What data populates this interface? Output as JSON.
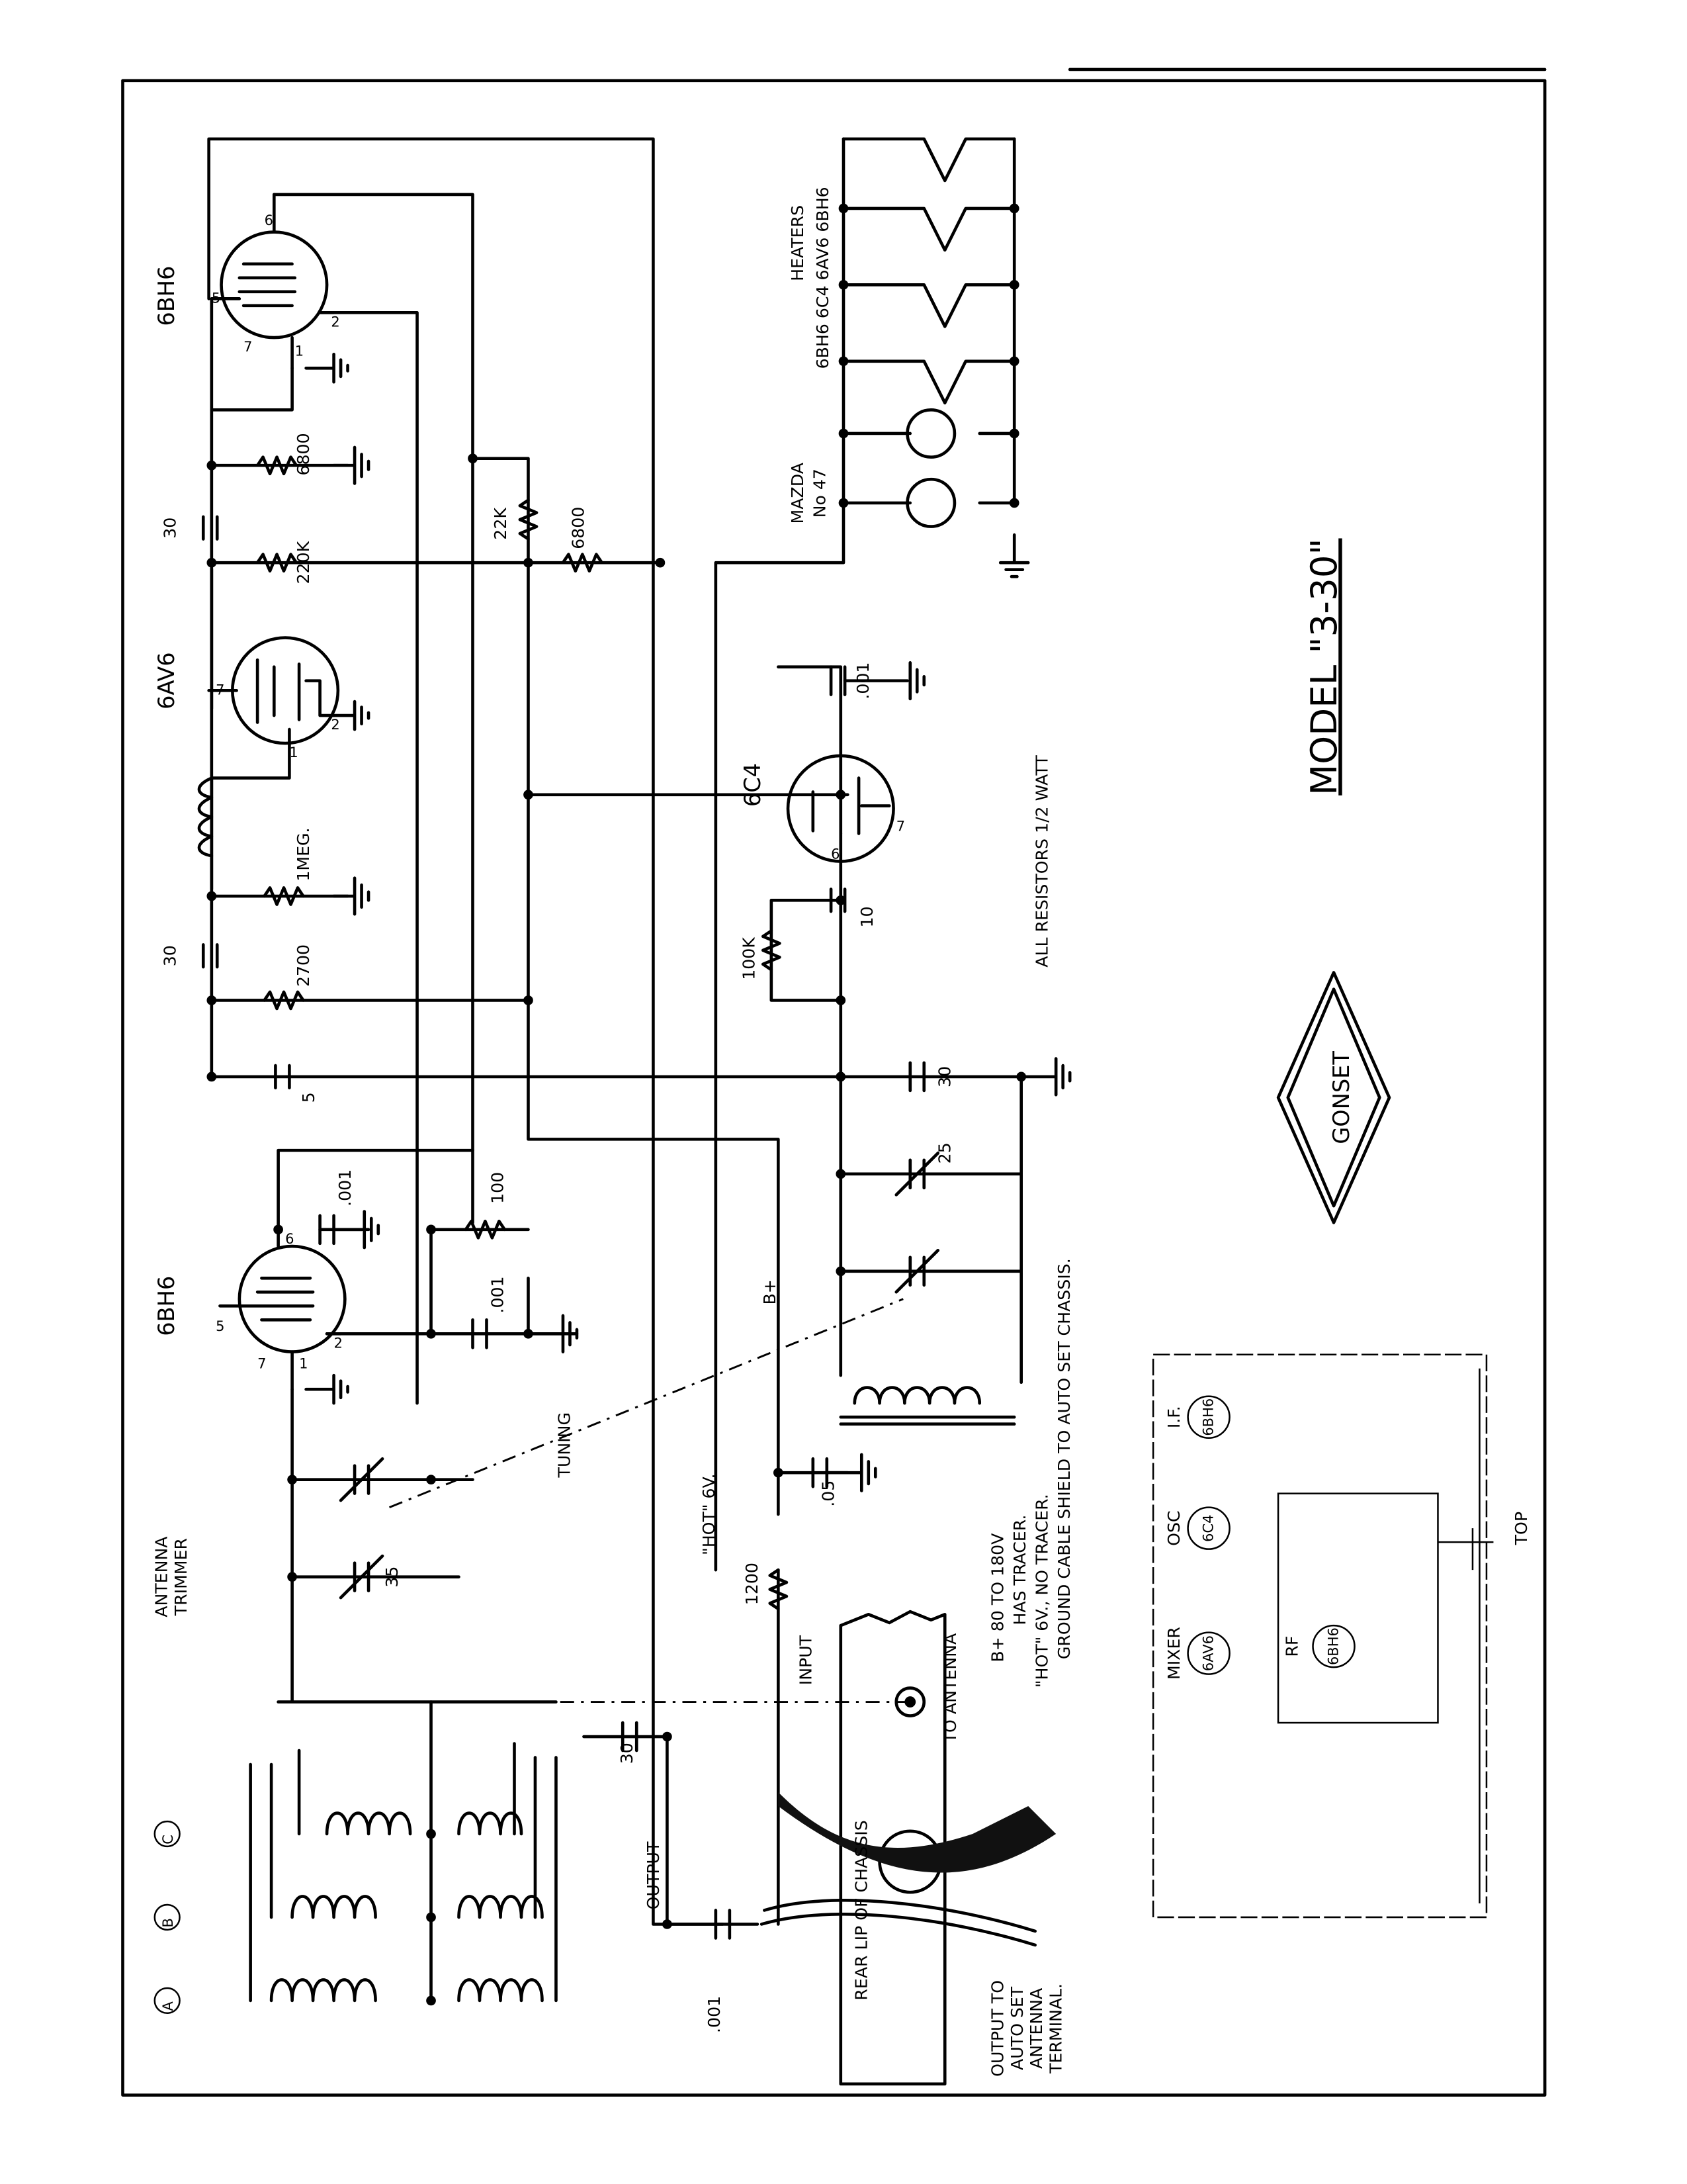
{
  "title": "MODEL \"3-30\"",
  "logo_text": "GONSET",
  "note": "ALL RESISTORS 1/2 WATT",
  "tubes": {
    "rf": "6BH6",
    "mixer": "6AV6",
    "if": "6BH6",
    "osc": "6C4"
  },
  "components": {
    "c_30_a": "30",
    "c_30_b": "30",
    "r_6800_a": "6800",
    "r_220k": "220K",
    "r_1meg": "1MEG.",
    "r_2700": "2700",
    "c_5": "5",
    "r_22k": "22K",
    "r_6800_b": "6800",
    "c_001_a": ".001",
    "r_100": "100",
    "c_001_b": ".001",
    "c_001_osc": ".001",
    "c_10": "10",
    "r_100k": "100K",
    "c_30_osc": "30",
    "c_25": "25",
    "c_35": "35",
    "c_05": ".05",
    "r_1200": "1200",
    "c_30_out": "30",
    "c_001_out": ".001"
  },
  "heaters": {
    "heading": "HEATERS",
    "tubes_line": "6BH6  6C4  6AV6  6BH6",
    "lamp_brand": "MAZDA",
    "lamp_number": "No 47"
  },
  "labels": {
    "b_plus": "B+",
    "hot_6v": "\"HOT\" 6V.",
    "tuning": "TUNING",
    "input": "INPUT",
    "antenna_trimmer_1": "ANTENNA",
    "antenna_trimmer_2": "TRIMMER",
    "output": "OUTPUT",
    "rear_lip": "REAR LIP OF CHASSIS",
    "to_antenna": "TO ANTENNA",
    "band_a": "A",
    "band_b": "B",
    "band_c": "C"
  },
  "cable_notes": {
    "output_1": "OUTPUT TO",
    "output_2": "AUTO SET",
    "output_3": "ANTENNA",
    "output_4": "TERMINAL.",
    "bplus": "B+ 80 TO 180V",
    "has_tracer": "HAS TRACER.",
    "hot_no_tracer": "\"HOT\" 6V., NO TRACER.",
    "ground": "GROUND CABLE SHIELD TO AUTO SET CHASSIS."
  },
  "layout_view": {
    "mixer_label": "MIXER",
    "mixer_tube": "6AV6",
    "osc_label": "OSC",
    "osc_tube": "6C4",
    "if_label": "I.F.",
    "if_tube": "6BH6",
    "rf_label": "RF",
    "rf_tube": "6BH6",
    "top_label": "TOP"
  }
}
